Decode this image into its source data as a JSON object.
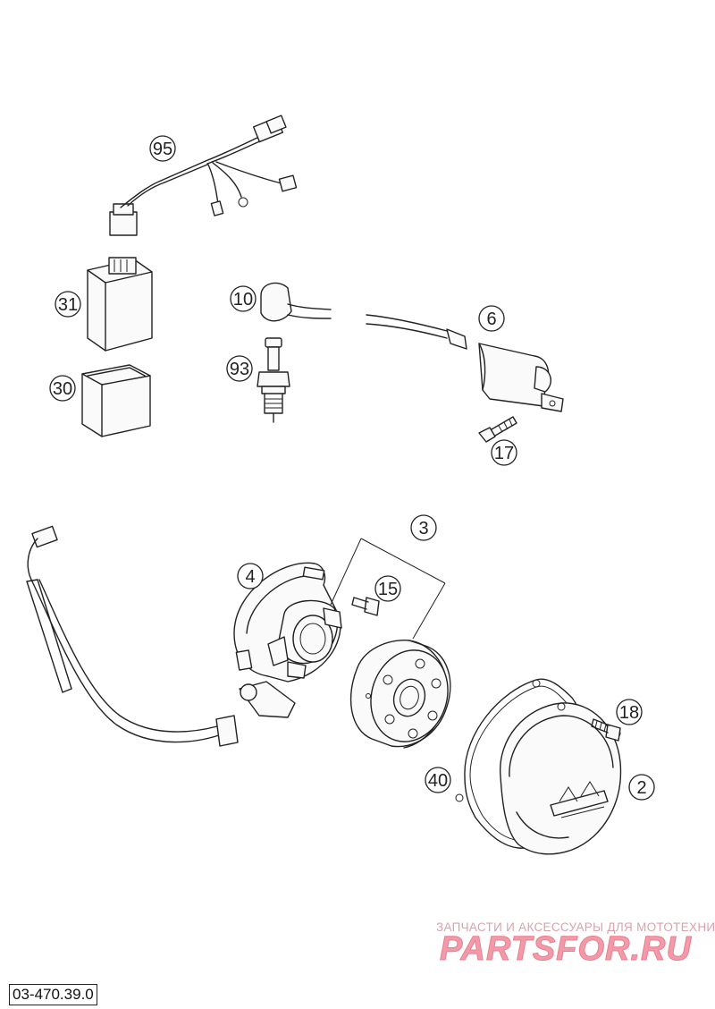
{
  "callouts": {
    "p95": "95",
    "p31": "31",
    "p30": "30",
    "p10": "10",
    "p93": "93",
    "p6": "6",
    "p17": "17",
    "p3": "3",
    "p4": "4",
    "p15": "15",
    "p18": "18",
    "p2": "2",
    "p40": "40"
  },
  "watermark": {
    "caption": "ЗАПЧАСТИ И АКСЕССУАРЫ ДЛЯ МОТОТЕХНИКИ",
    "logo": "PARTSFOR.RU"
  },
  "drawing_number": "03-470.39.0"
}
